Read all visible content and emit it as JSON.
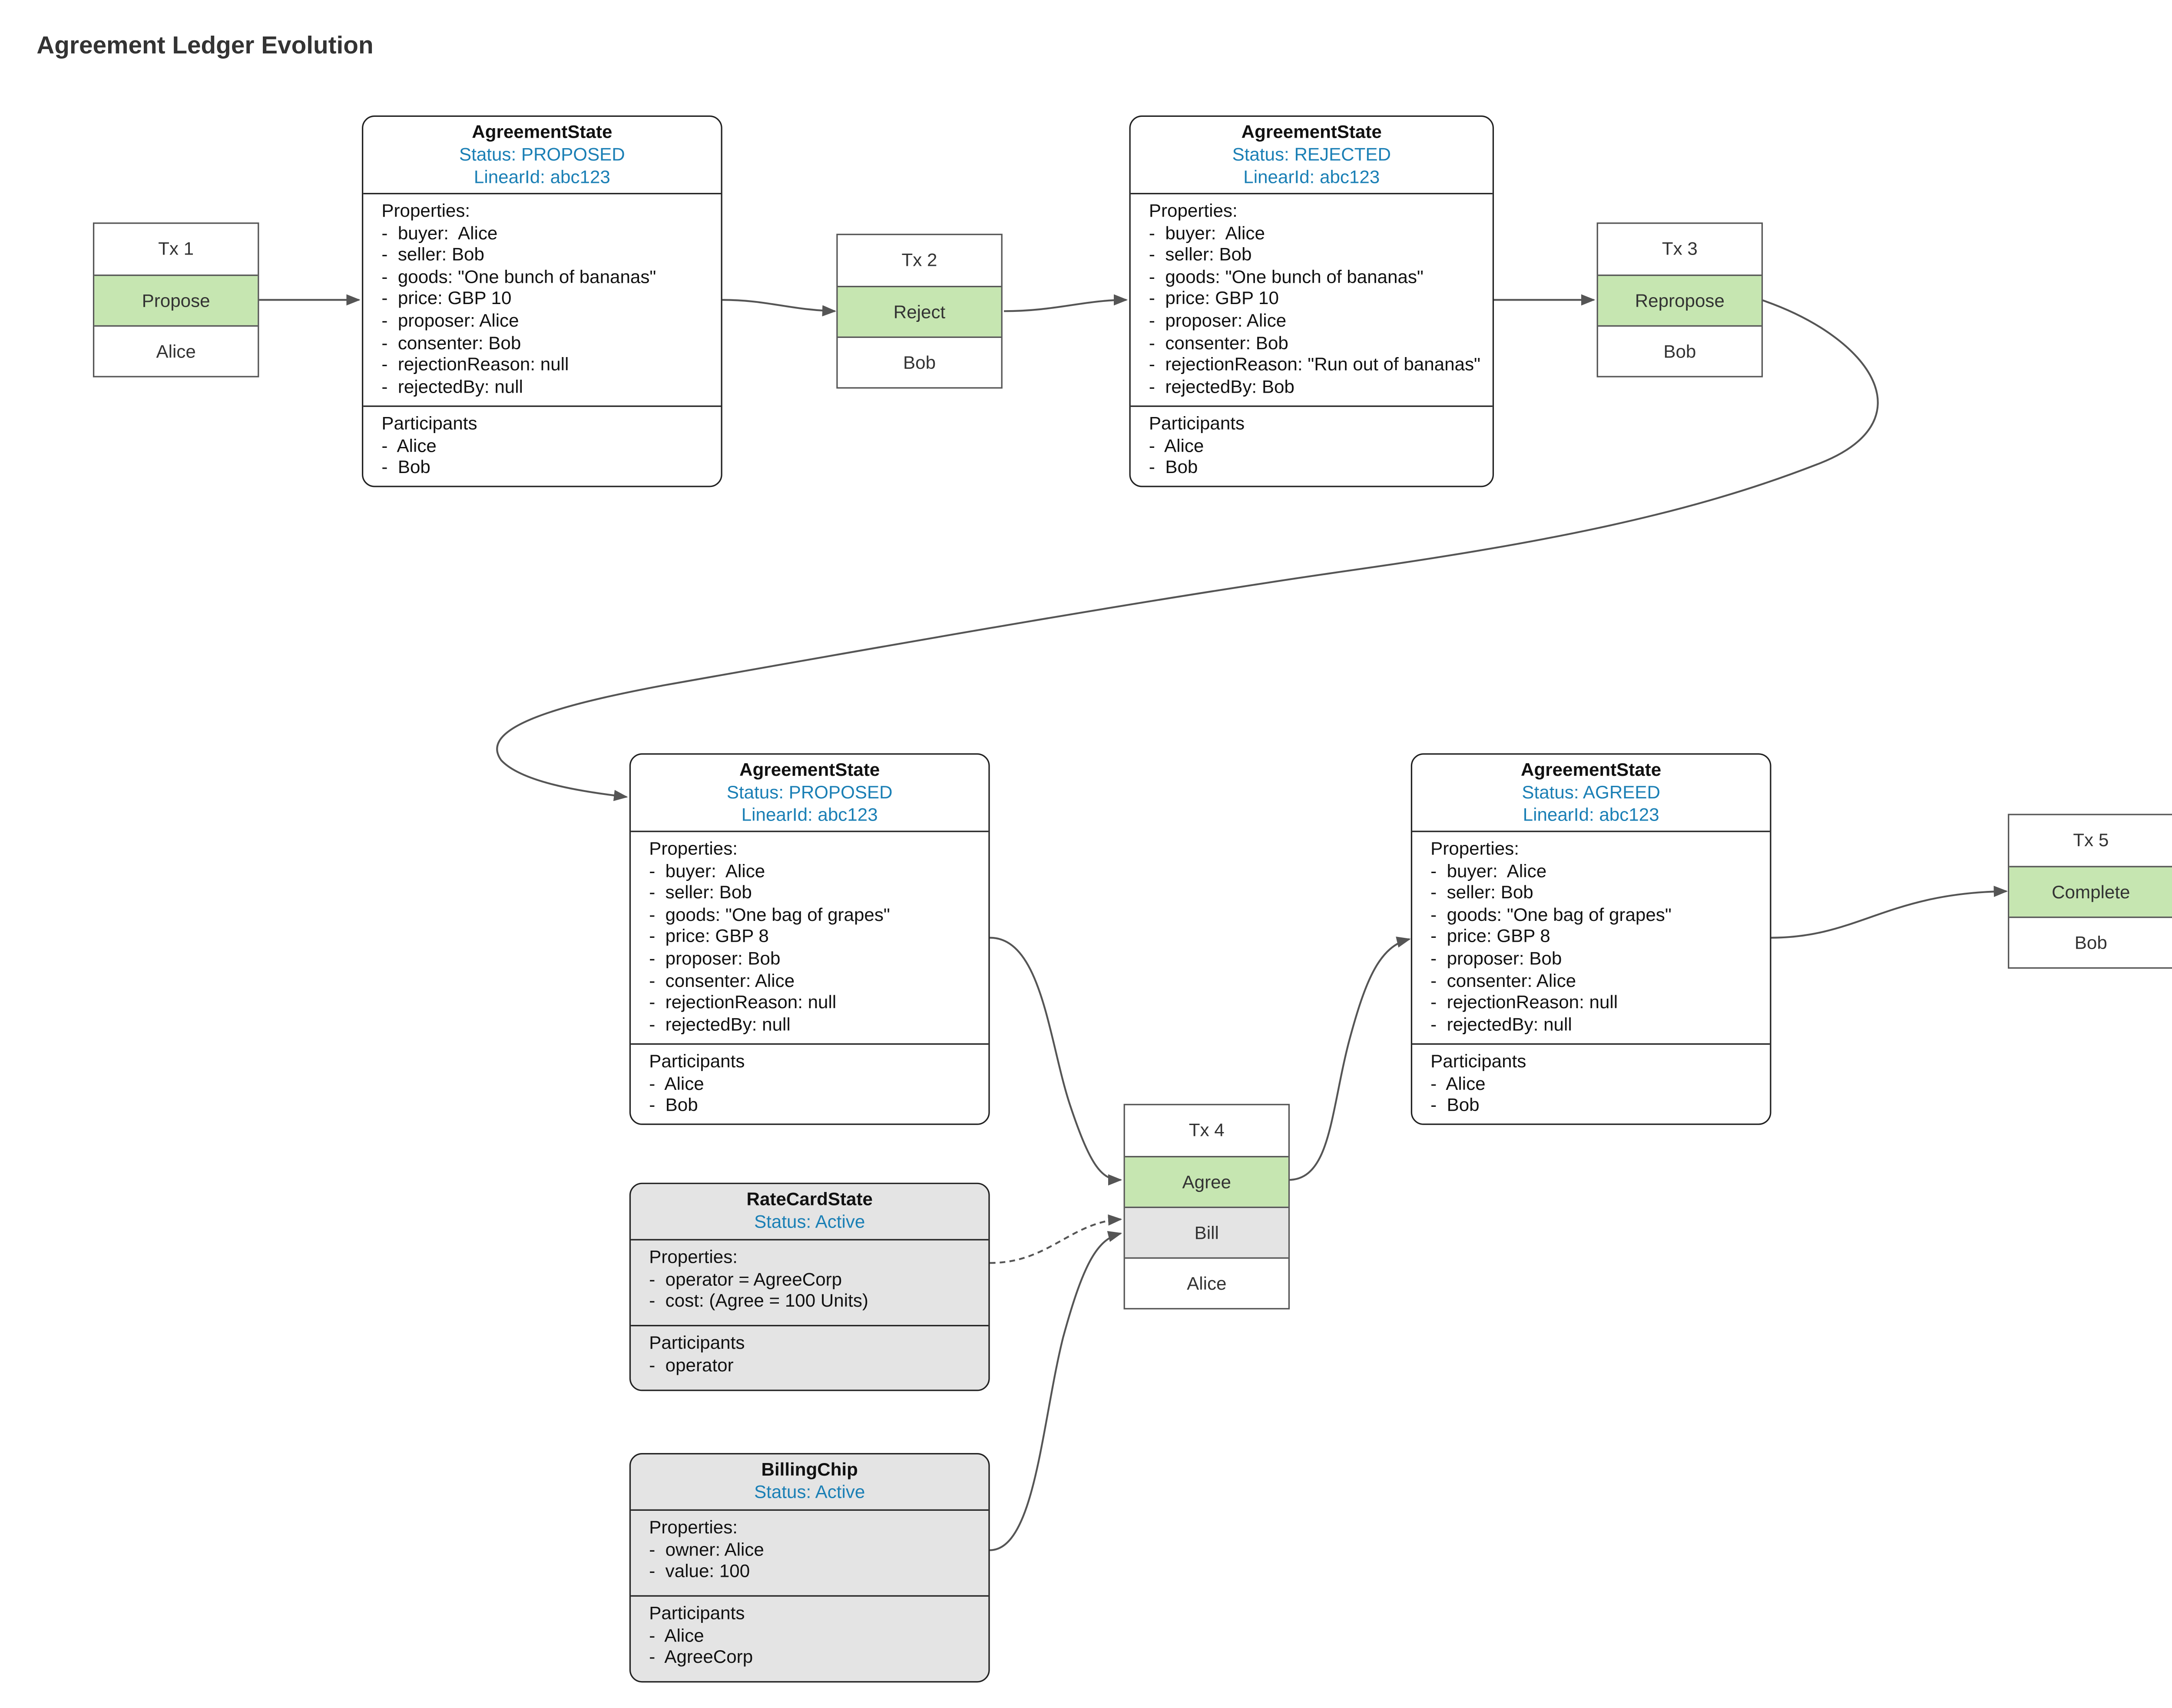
{
  "title": "Agreement Ledger Evolution",
  "colors": {
    "command_fill": "#c6e6b1",
    "reference_fill": "#e4e4e4",
    "status_text": "#1a7fb5",
    "edge": "#555555"
  },
  "transactions": [
    {
      "id": "Tx 1",
      "command": "Propose",
      "signer": "Alice"
    },
    {
      "id": "Tx 2",
      "command": "Reject",
      "signer": "Bob"
    },
    {
      "id": "Tx 3",
      "command": "Repropose",
      "signer": "Bob"
    },
    {
      "id": "Tx 4",
      "command": "Agree",
      "extra": "Bill",
      "signer": "Alice"
    },
    {
      "id": "Tx 5",
      "command": "Complete",
      "signer": "Bob"
    }
  ],
  "states": [
    {
      "name": "AgreementState",
      "status": "Status: PROPOSED",
      "linear_id": "LinearId: abc123",
      "props_label": "Properties:",
      "props": [
        "-  buyer:  Alice",
        "-  seller: Bob",
        "-  goods: \"One bunch of bananas\"",
        "-  price: GBP 10",
        "-  proposer: Alice",
        "-  consenter: Bob",
        "-  rejectionReason: null",
        "-  rejectedBy: null"
      ],
      "parts_label": "Participants",
      "parts": [
        "-  Alice",
        "-  Bob"
      ]
    },
    {
      "name": "AgreementState",
      "status": "Status: REJECTED",
      "linear_id": "LinearId: abc123",
      "props_label": "Properties:",
      "props": [
        "-  buyer:  Alice",
        "-  seller: Bob",
        "-  goods: \"One bunch of bananas\"",
        "-  price: GBP 10",
        "-  proposer: Alice",
        "-  consenter: Bob",
        "-  rejectionReason: \"Run out of bananas\"",
        "-  rejectedBy: Bob"
      ],
      "parts_label": "Participants",
      "parts": [
        "-  Alice",
        "-  Bob"
      ]
    },
    {
      "name": "AgreementState",
      "status": "Status: PROPOSED",
      "linear_id": "LinearId: abc123",
      "props_label": "Properties:",
      "props": [
        "-  buyer:  Alice",
        "-  seller: Bob",
        "-  goods: \"One bag of grapes\"",
        "-  price: GBP 8",
        "-  proposer: Bob",
        "-  consenter: Alice",
        "-  rejectionReason: null",
        "-  rejectedBy: null"
      ],
      "parts_label": "Participants",
      "parts": [
        "-  Alice",
        "-  Bob"
      ]
    },
    {
      "name": "AgreementState",
      "status": "Status: AGREED",
      "linear_id": "LinearId: abc123",
      "props_label": "Properties:",
      "props": [
        "-  buyer:  Alice",
        "-  seller: Bob",
        "-  goods: \"One bag of grapes\"",
        "-  price: GBP 8",
        "-  proposer: Bob",
        "-  consenter: Alice",
        "-  rejectionReason: null",
        "-  rejectedBy: null"
      ],
      "parts_label": "Participants",
      "parts": [
        "-  Alice",
        "-  Bob"
      ]
    },
    {
      "name": "RateCardState",
      "status": "Status: Active",
      "props_label": "Properties:",
      "props": [
        "-  operator = AgreeCorp",
        "-  cost: (Agree = 100 Units)"
      ],
      "parts_label": "Participants",
      "parts": [
        "-  operator"
      ]
    },
    {
      "name": "BillingChip",
      "status": "Status: Active",
      "props_label": "Properties:",
      "props": [
        "-  owner: Alice",
        "-  value: 100"
      ],
      "parts_label": "Participants",
      "parts": [
        "-  Alice",
        "-  AgreeCorp"
      ]
    }
  ],
  "edges": [
    {
      "from": "Tx 1",
      "to": "AgreementState PROPOSED (bananas)",
      "style": "solid"
    },
    {
      "from": "AgreementState PROPOSED (bananas)",
      "to": "Tx 2",
      "style": "solid"
    },
    {
      "from": "Tx 2",
      "to": "AgreementState REJECTED",
      "style": "solid"
    },
    {
      "from": "AgreementState REJECTED",
      "to": "Tx 3",
      "style": "solid"
    },
    {
      "from": "Tx 3",
      "to": "AgreementState PROPOSED (grapes)",
      "style": "solid"
    },
    {
      "from": "AgreementState PROPOSED (grapes)",
      "to": "Tx 4",
      "style": "solid"
    },
    {
      "from": "RateCardState",
      "to": "Tx 4",
      "style": "dashed"
    },
    {
      "from": "BillingChip",
      "to": "Tx 4",
      "style": "solid"
    },
    {
      "from": "Tx 4",
      "to": "AgreementState AGREED",
      "style": "solid"
    },
    {
      "from": "AgreementState AGREED",
      "to": "Tx 5",
      "style": "solid"
    }
  ]
}
